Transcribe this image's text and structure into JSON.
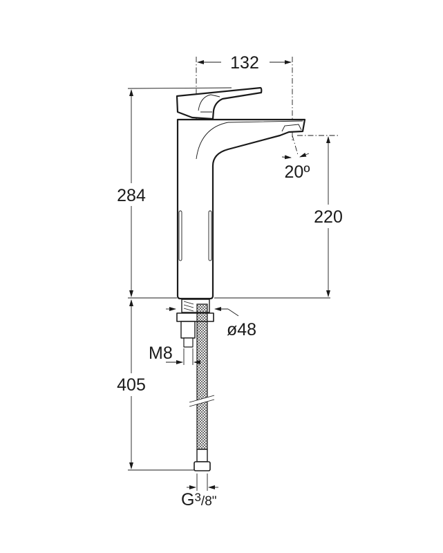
{
  "drawing": {
    "dimensions": {
      "spout_reach": "132",
      "total_height": "284",
      "spout_height": "220",
      "spout_angle": "20º",
      "base_diameter": "ø48",
      "stud_thread": "M8",
      "below_deck_length": "405",
      "connection_prefix": "G",
      "connection_num": "3",
      "connection_den": "/8\""
    },
    "colors": {
      "line": "#1a1a1a",
      "background": "#ffffff"
    }
  }
}
